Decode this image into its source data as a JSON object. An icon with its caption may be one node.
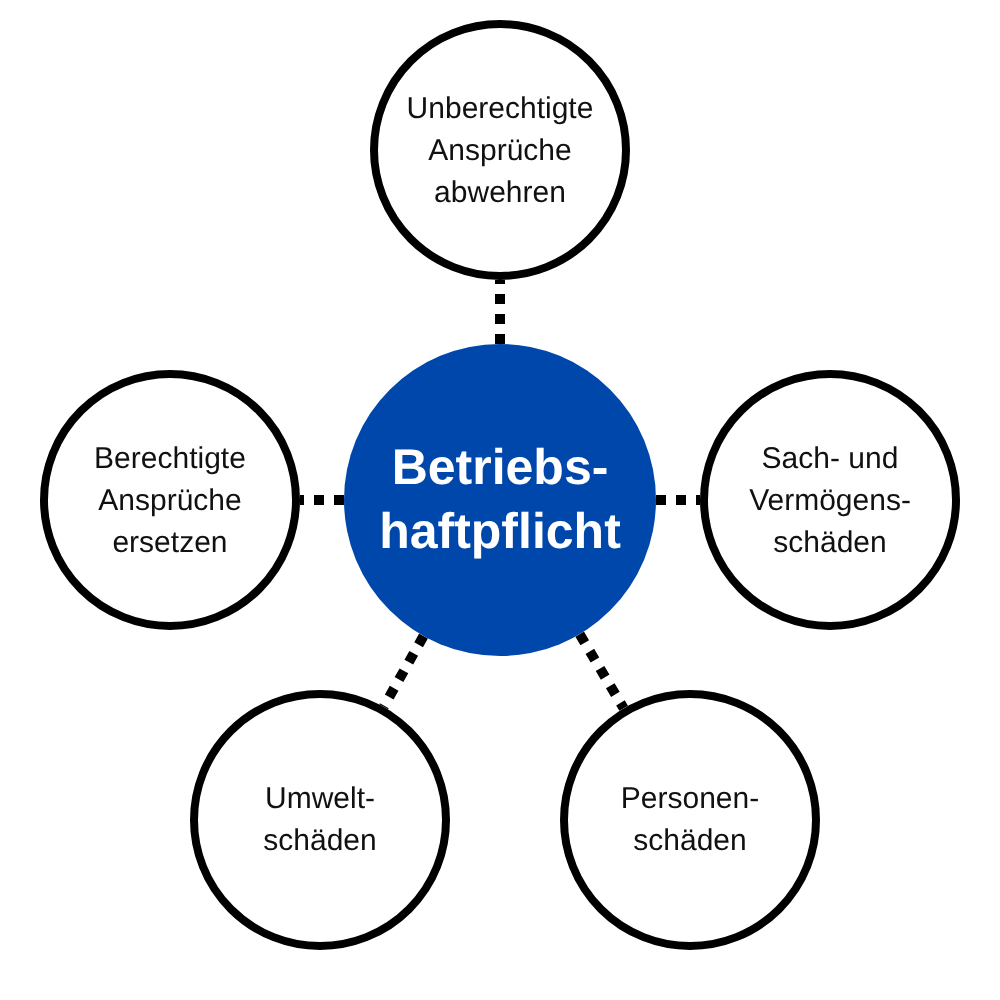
{
  "diagram": {
    "nodes": [
      {
        "text": [
          "Unberechtigte Ansprüche abwehren"
        ]
      },
      {
        "text": [
          "Berechtigte Ansprüche ersetzen"
        ]
      },
      {
        "text": [
          "Betriebs-haftpflicht"
        ]
      },
      {
        "text": [
          "Sach- und Vermögens-schäden"
        ]
      },
      {
        "text": [
          "Umwelt-schäden"
        ]
      },
      {
        "text": [
          "Personen-schäden"
        ]
      }
    ],
    "edges": [
      {
        "from": 2,
        "to": 0,
        "arrow": "none"
      },
      {
        "from": 2,
        "to": 1,
        "arrow": "none"
      },
      {
        "from": 2,
        "to": 3,
        "arrow": "none"
      },
      {
        "from": 2,
        "to": 4,
        "arrow": "none"
      },
      {
        "from": 2,
        "to": 5,
        "arrow": "none"
      }
    ]
  }
}
